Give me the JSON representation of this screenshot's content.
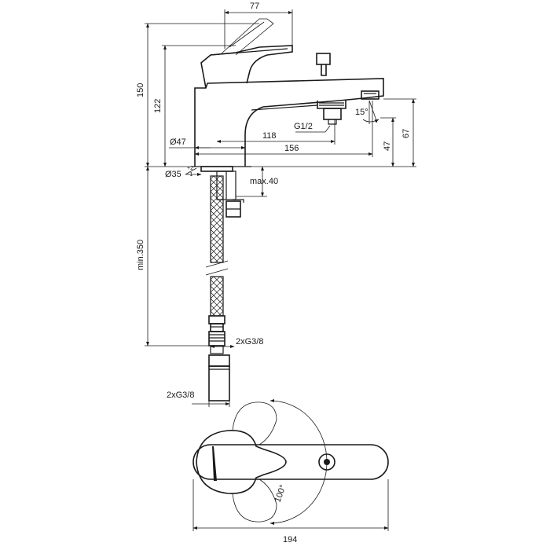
{
  "dimensions": {
    "width_77": "77",
    "height_150": "150",
    "height_122": "122",
    "dia_47": "Ø47",
    "len_118": "118",
    "thread_g12": "G1/2",
    "angle_15": "15°",
    "len_156": "156",
    "height_47": "47",
    "height_67": "67",
    "dia_35": "Ø35",
    "tol_plus": "+2",
    "tol_minus": "-1",
    "max_40": "max.40",
    "min_350": "min.350",
    "thread_2xg38_top": "2xG3/8",
    "thread_2xg38_bottom": "2xG3/8",
    "angle_100": "100°",
    "width_194": "194"
  }
}
